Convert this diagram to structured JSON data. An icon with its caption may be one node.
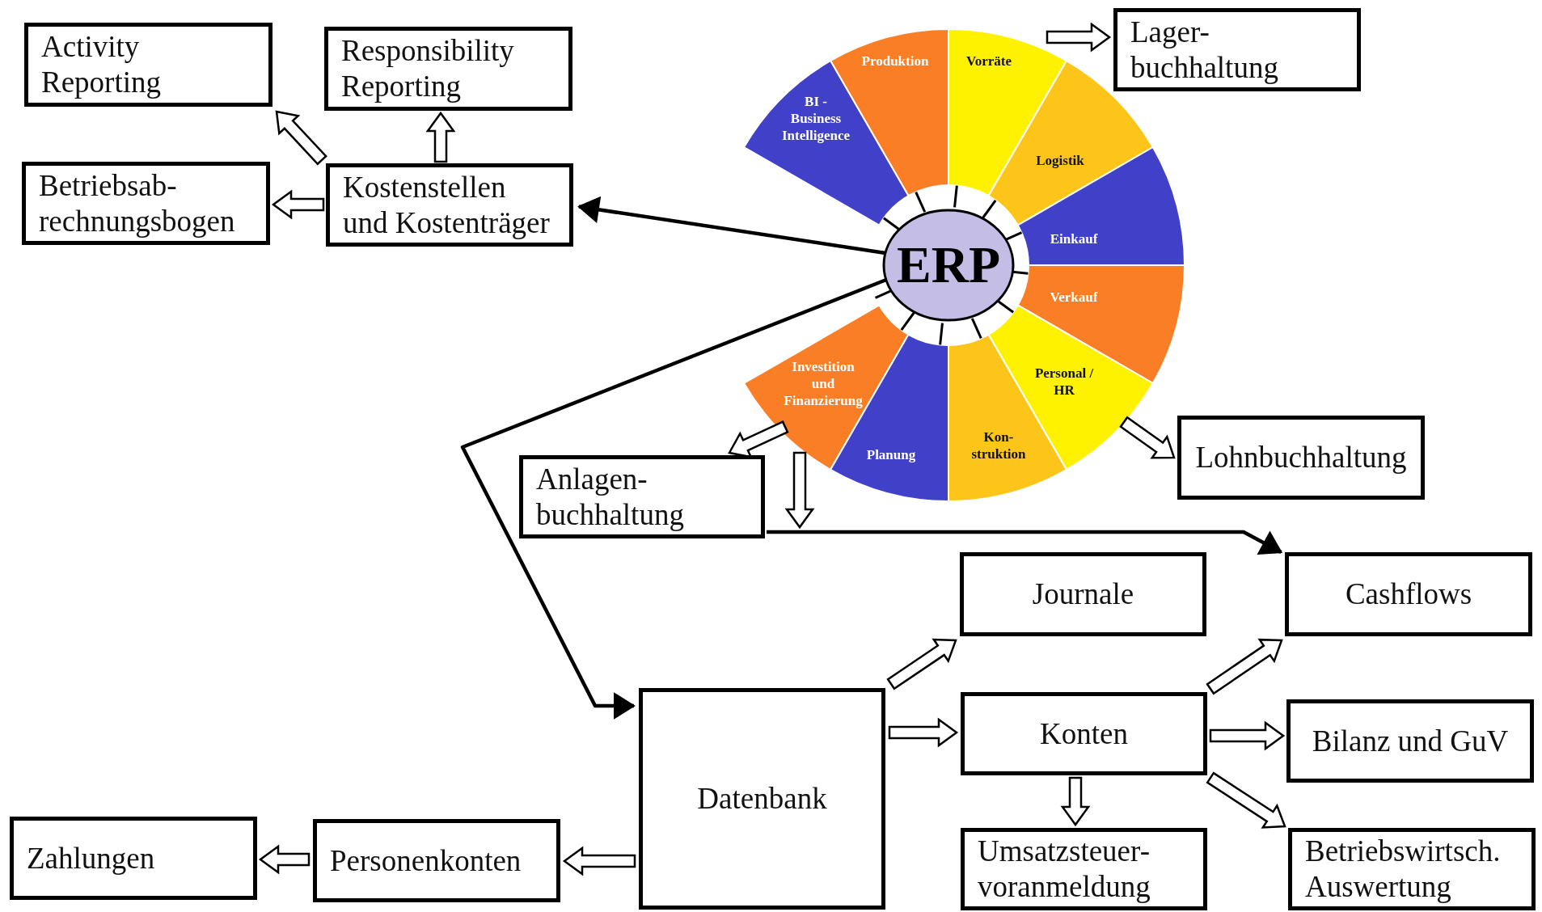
{
  "diagram": {
    "nodes": [
      {
        "text": [
          "Activity Reporting"
        ]
      },
      {
        "text": [
          "Responsibility Reporting"
        ]
      },
      {
        "text": [
          "Produktion"
        ]
      },
      {
        "text": [
          "Vorräte"
        ]
      },
      {
        "text": [
          "Lager- buchhaltung"
        ]
      },
      {
        "text": [
          "BI - Business Intelligence"
        ]
      },
      {
        "text": [
          "Logistik"
        ]
      },
      {
        "text": [
          "Betriebsab- rechnungsbogen"
        ]
      },
      {
        "text": [
          "Kostenstellen und Kostenträger"
        ]
      },
      {
        "text": [
          "Einkauf"
        ]
      },
      {
        "text": [
          "ERP"
        ]
      },
      {
        "text": [
          "Verkauf"
        ]
      },
      {
        "text": [
          "Investition und Finanzierung"
        ]
      },
      {
        "text": [
          "Personal / HR"
        ]
      },
      {
        "text": [
          "Kon- struktion"
        ]
      },
      {
        "text": [
          "Planung"
        ]
      },
      {
        "text": [
          "Lohnbuchhaltung"
        ]
      },
      {
        "text": [
          "Anlagen- buchhaltung"
        ]
      },
      {
        "text": [
          "Journale"
        ]
      },
      {
        "text": [
          "Cashflows"
        ]
      },
      {
        "text": [
          "Datenbank"
        ]
      },
      {
        "text": [
          "Konten"
        ]
      },
      {
        "text": [
          "Bilanz und GuV"
        ]
      },
      {
        "text": [
          "Zahlungen"
        ]
      },
      {
        "text": [
          "Personenkonten"
        ]
      },
      {
        "text": [
          "Umsatzsteuer- voranmeldung"
        ]
      },
      {
        "text": [
          "Betriebswirtsch. Auswertung"
        ]
      }
    ],
    "edges": [
      {
        "from": 10,
        "to": 8,
        "arrow": "to"
      },
      {
        "from": 10,
        "to": 20,
        "arrow": "to"
      },
      {
        "from": 8,
        "to": 1,
        "arrow": "to"
      },
      {
        "from": 8,
        "to": 0,
        "arrow": "to"
      },
      {
        "from": 8,
        "to": 7,
        "arrow": "to"
      },
      {
        "from": 3,
        "to": 4,
        "arrow": "to"
      },
      {
        "from": 13,
        "to": 16,
        "arrow": "to"
      },
      {
        "from": 12,
        "to": 17,
        "arrow": "to"
      },
      {
        "from": 15,
        "to": null,
        "arrow": "to"
      },
      {
        "from": 17,
        "to": 19,
        "arrow": "to"
      },
      {
        "from": 20,
        "to": 18,
        "arrow": "to"
      },
      {
        "from": 20,
        "to": 21,
        "arrow": "to"
      },
      {
        "from": 20,
        "to": 24,
        "arrow": "to"
      },
      {
        "from": 24,
        "to": 23,
        "arrow": "to"
      },
      {
        "from": 21,
        "to": 25,
        "arrow": "to"
      },
      {
        "from": 21,
        "to": 19,
        "arrow": "to"
      },
      {
        "from": 21,
        "to": 22,
        "arrow": "to"
      },
      {
        "from": 21,
        "to": 26,
        "arrow": "to"
      }
    ]
  }
}
